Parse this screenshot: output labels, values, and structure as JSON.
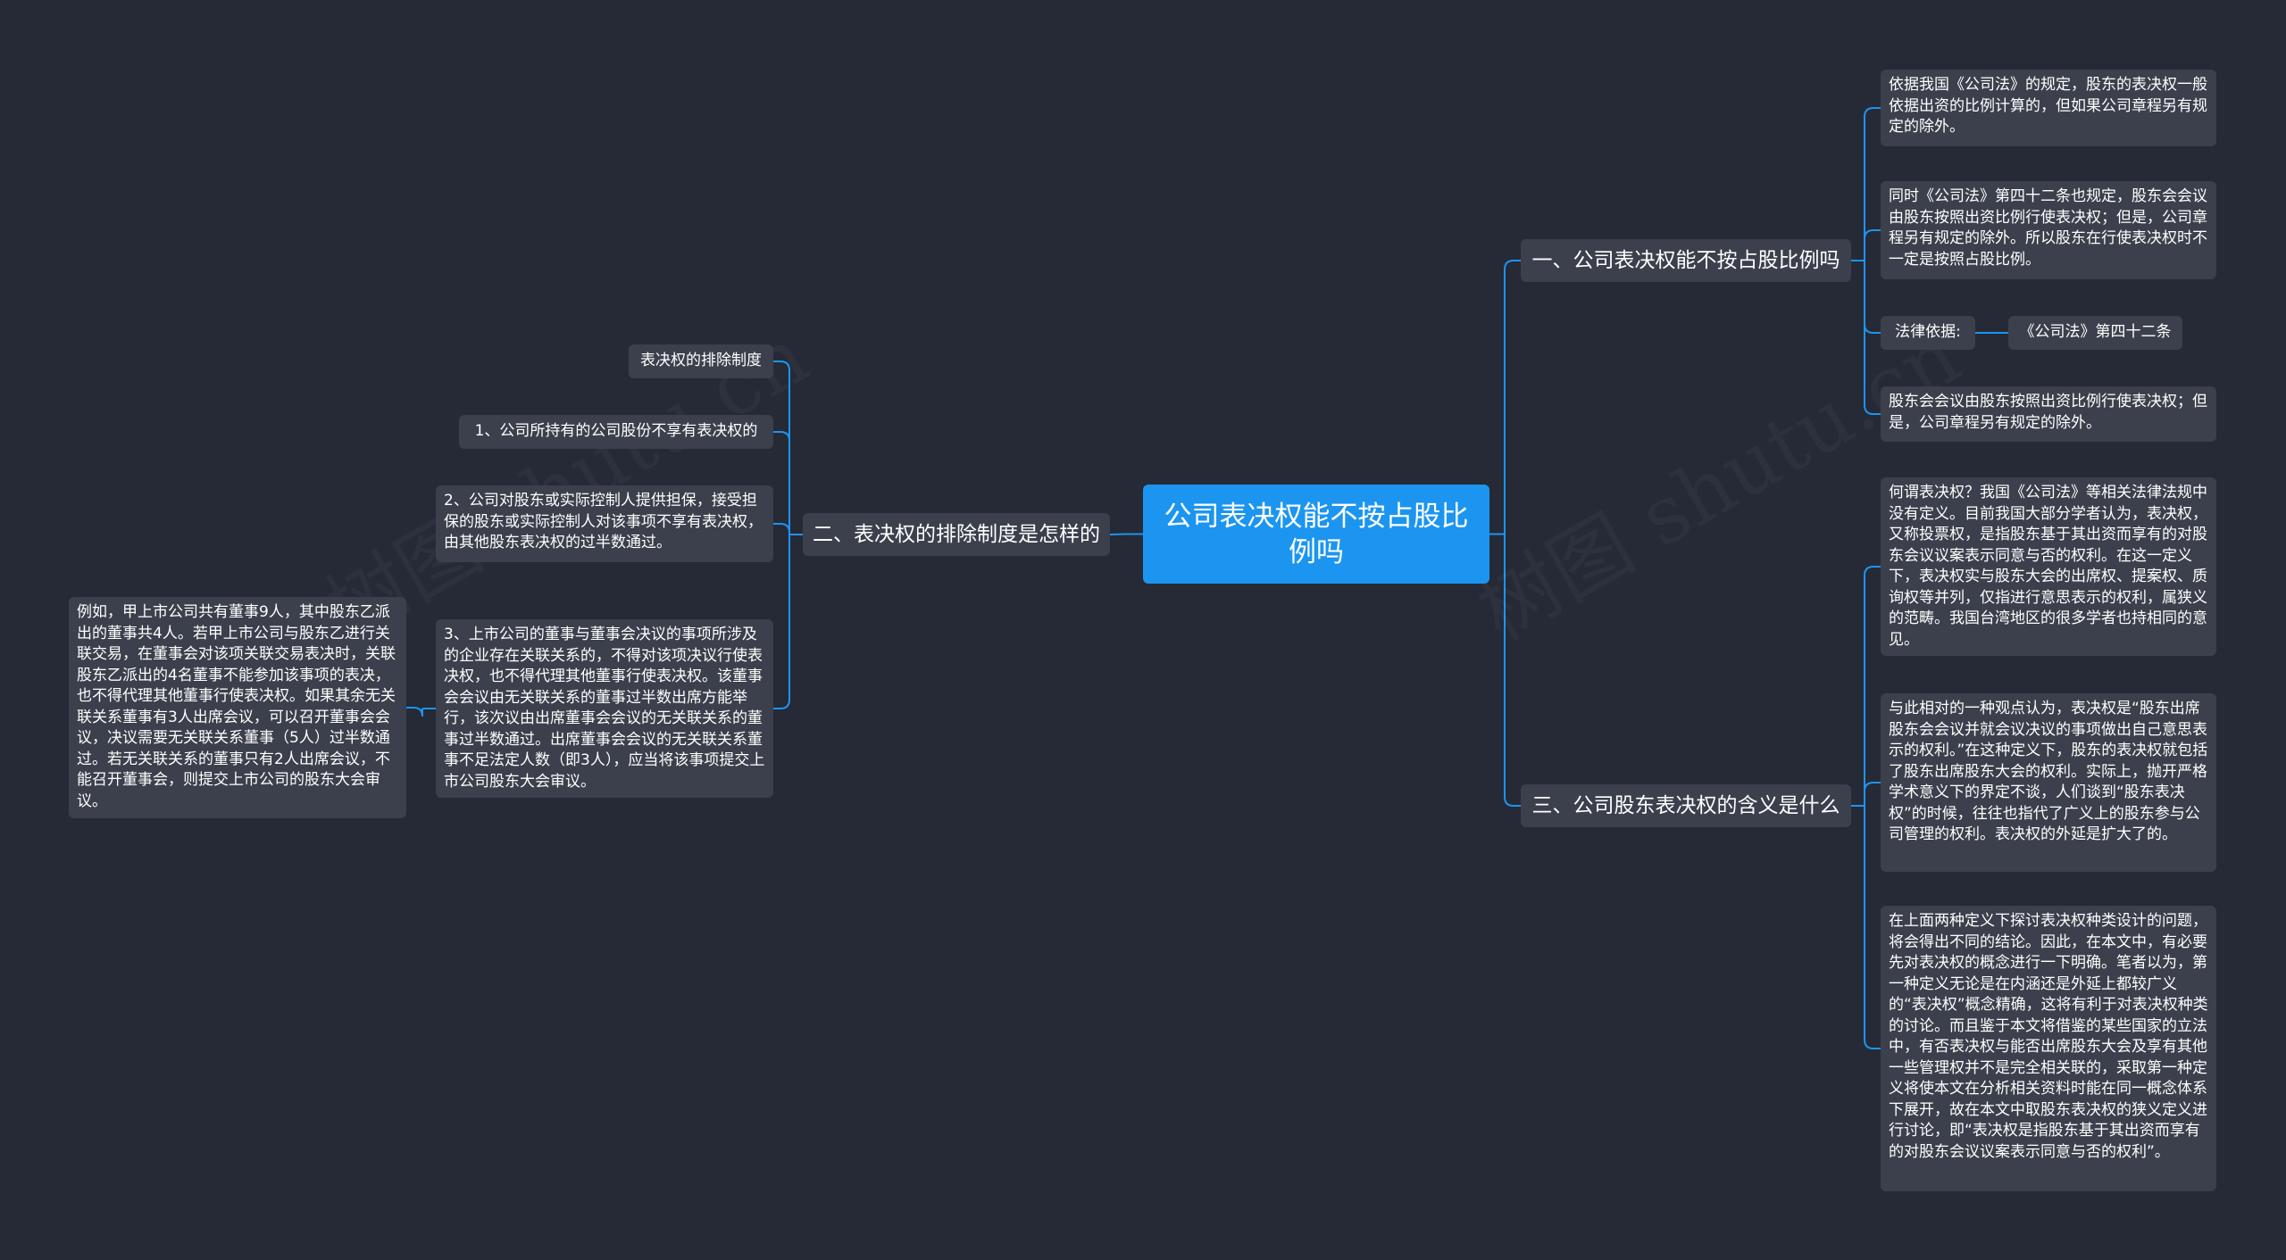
{
  "root": {
    "label": "公司表决权能不按占股比例吗"
  },
  "branches": {
    "q1": {
      "label": "一、公司表决权能不按占股比例吗",
      "items": [
        "依据我国《公司法》的规定，股东的表决权一般依据出资的比例计算的，但如果公司章程另有规定的除外。",
        "同时《公司法》第四十二条也规定，股东会会议由股东按照出资比例行使表决权；但是，公司章程另有规定的除外。所以股东在行使表决权时不一定是按照占股比例。",
        "法律依据:",
        "股东会会议由股东按照出资比例行使表决权；但是，公司章程另有规定的除外。"
      ],
      "basis": "《公司法》第四十二条"
    },
    "q2": {
      "label": "二、表决权的排除制度是怎样的",
      "items": [
        "表决权的排除制度",
        "1、公司所持有的公司股份不享有表决权的",
        "2、公司对股东或实际控制人提供担保，接受担保的股东或实际控制人对该事项不享有表决权，由其他股东表决权的过半数通过。",
        "3、上市公司的董事与董事会决议的事项所涉及的企业存在关联关系的，不得对该项决议行使表决权，也不得代理其他董事行使表决权。该董事会会议由无关联关系的董事过半数出席方能举行，该次议由出席董事会会议的无关联关系的董事过半数通过。出席董事会会议的无关联关系董事不足法定人数（即3人），应当将该事项提交上市公司股东大会审议。"
      ],
      "example": "例如，甲上市公司共有董事9人，其中股东乙派出的董事共4人。若甲上市公司与股东乙进行关联交易，在董事会对该项关联交易表决时，关联股东乙派出的4名董事不能参加该事项的表决，也不得代理其他董事行使表决权。如果其余无关联关系董事有3人出席会议，可以召开董事会会议，决议需要无关联关系董事（5人）过半数通过。若无关联关系的董事只有2人出席会议，不能召开董事会，则提交上市公司的股东大会审议。"
    },
    "q3": {
      "label": "三、公司股东表决权的含义是什么",
      "items": [
        "何谓表决权？我国《公司法》等相关法律法规中没有定义。目前我国大部分学者认为，表决权，又称投票权，是指股东基于其出资而享有的对股东会议议案表示同意与否的权利。在这一定义下，表决权实与股东大会的出席权、提案权、质询权等并列，仅指进行意思表示的权利，属狭义的范畴。我国台湾地区的很多学者也持相同的意见。",
        "与此相对的一种观点认为，表决权是“股东出席股东会会议并就会议决议的事项做出自己意思表示的权利。”在这种定义下，股东的表决权就包括了股东出席股东大会的权利。实际上，抛开严格学术意义下的界定不谈，人们谈到“股东表决权”的时候，往往也指代了广义上的股东参与公司管理的权利。表决权的外延是扩大了的。",
        "在上面两种定义下探讨表决权种类设计的问题，将会得出不同的结论。因此，在本文中，有必要先对表决权的概念进行一下明确。笔者以为，第一种定义无论是在内涵还是外延上都较广义的“表决权”概念精确，这将有利于对表决权种类的讨论。而且鉴于本文将借鉴的某些国家的立法中，有否表决权与能否出席股东大会及享有其他一些管理权并不是完全相关联的，采取第一种定义将使本文在分析相关资料时能在同一概念体系下展开，故在本文中取股东表决权的狭义定义进行讨论，即“表决权是指股东基于其出资而享有的对股东会议议案表示同意与否的权利”。"
      ]
    }
  },
  "colors": {
    "background": "#252a36",
    "root": "#1c95f0",
    "node": "#3b404c",
    "line": "#1c95f0"
  }
}
